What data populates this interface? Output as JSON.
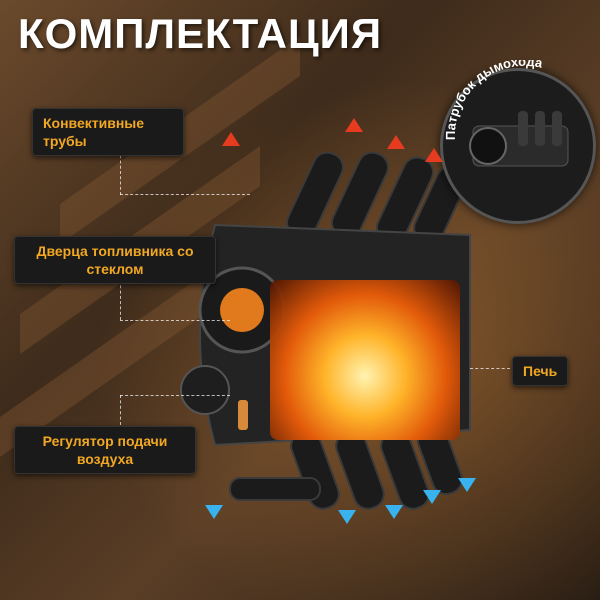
{
  "title": "КОМПЛЕКТАЦИЯ",
  "labels": {
    "convection_pipes": "Конвективные трубы",
    "firebox_door": "Дверца топливника со стеклом",
    "air_regulator": "Регулятор подачи воздуха",
    "stove": "Печь",
    "chimney_pipe": "Патрубок дымохода"
  },
  "colors": {
    "label_text": "#f2a823",
    "label_bg": "#1a1a1a",
    "hot_arrow": "#e63b1f",
    "cold_arrow": "#38b3f0"
  }
}
